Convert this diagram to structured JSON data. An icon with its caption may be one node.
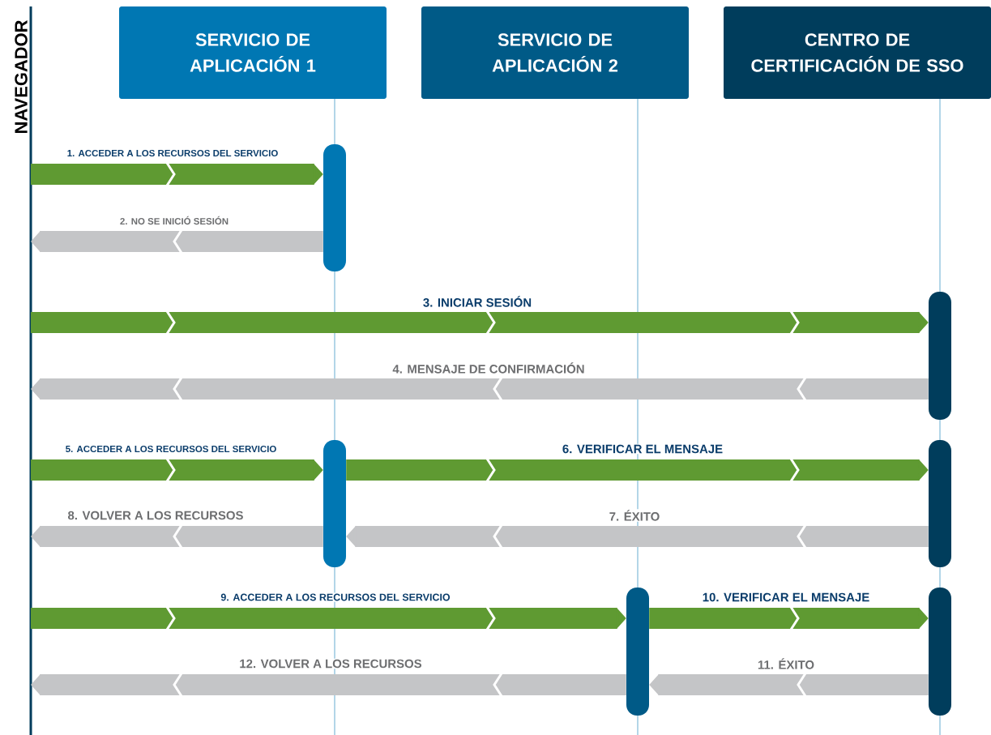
{
  "diagram": {
    "nodes": [
      {
        "text": [
          "NAVEGADOR"
        ]
      },
      {
        "text": [
          "SERVICIO DE APLICACIÓN 1"
        ]
      },
      {
        "text": [
          "SERVICIO DE APLICACIÓN 2"
        ]
      },
      {
        "text": [
          "CENTRO DE CERTIFICACIÓN DE SSO"
        ]
      },
      {
        "text": [],
        "shape": "bar"
      },
      {
        "text": [],
        "shape": "bar"
      },
      {
        "text": [],
        "shape": "bar"
      },
      {
        "text": [],
        "shape": "bar"
      },
      {
        "text": [],
        "shape": "bar"
      },
      {
        "text": [],
        "shape": "bar"
      }
    ],
    "edges": [
      {
        "from": 0,
        "to": 4,
        "arrow": "to",
        "label": "1.  ACCEDER A LOS RECURSOS DEL SERVICIO"
      },
      {
        "from": 4,
        "to": 0,
        "arrow": "to",
        "label": "2. NO SE INICIÓ SESIÓN",
        "color": "#c4c5c7"
      },
      {
        "from": 0,
        "to": 5,
        "arrow": "to",
        "label": "3. INICIAR SESIÓN"
      },
      {
        "from": 5,
        "to": 0,
        "arrow": "to",
        "label": "4. MENSAJE DE CONFIRMACIÓN",
        "color": "#c4c5c7"
      },
      {
        "from": 0,
        "to": 6,
        "arrow": "to",
        "label": "5. ACCEDER A LOS RECURSOS DEL SERVICIO"
      },
      {
        "from": 6,
        "to": 7,
        "arrow": "to",
        "label": "6. VERIFICAR EL MENSAJE"
      },
      {
        "from": 7,
        "to": 6,
        "arrow": "to",
        "label": "7. ÉXITO",
        "color": "#c4c5c7"
      },
      {
        "from": 6,
        "to": 0,
        "arrow": "to",
        "label": "8. VOLVER A LOS RECURSOS",
        "color": "#c4c5c7"
      },
      {
        "from": 0,
        "to": 8,
        "arrow": "to",
        "label": "9. ACCEDER A LOS RECURSOS DEL SERVICIO"
      },
      {
        "from": 8,
        "to": 9,
        "arrow": "to",
        "label": "10. VERIFICAR EL MENSAJE"
      },
      {
        "from": 9,
        "to": 8,
        "arrow": "to",
        "label": "11. ÉXITO",
        "color": "#c4c5c7"
      },
      {
        "from": 8,
        "to": 0,
        "arrow": "to",
        "label": "12. VOLVER A LOS RECURSOS",
        "color": "#c4c5c7"
      }
    ]
  }
}
